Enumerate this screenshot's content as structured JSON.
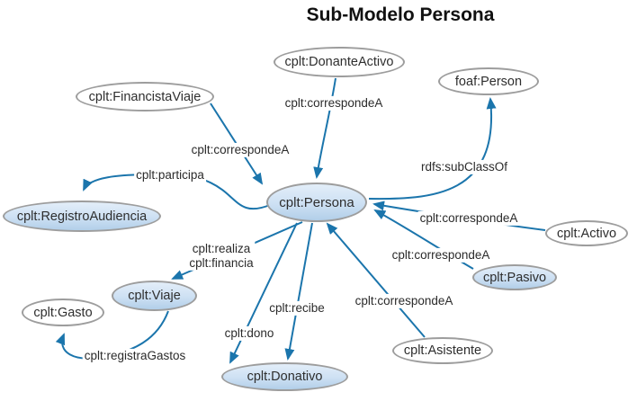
{
  "title": "Sub-Modelo Persona",
  "colors": {
    "edge": "#1b75ac",
    "node_border": "#9d9d9d",
    "node_fill_blue_top": "#e3eef9",
    "node_fill_blue_bottom": "#b2cfe9",
    "node_fill_white": "#ffffff",
    "text": "#2e2e2e"
  },
  "nodes": [
    {
      "id": "persona",
      "label": "cplt:Persona",
      "variant": "blue"
    },
    {
      "id": "donante-activo",
      "label": "cplt:DonanteActivo",
      "variant": "white"
    },
    {
      "id": "foaf-person",
      "label": "foaf:Person",
      "variant": "white"
    },
    {
      "id": "financista-viaje",
      "label": "cplt:FinancistaViaje",
      "variant": "white"
    },
    {
      "id": "registro-audiencia",
      "label": "cplt:RegistroAudiencia",
      "variant": "blue"
    },
    {
      "id": "activo",
      "label": "cplt:Activo",
      "variant": "white"
    },
    {
      "id": "pasivo",
      "label": "cplt:Pasivo",
      "variant": "blue"
    },
    {
      "id": "viaje",
      "label": "cplt:Viaje",
      "variant": "blue"
    },
    {
      "id": "gasto",
      "label": "cplt:Gasto",
      "variant": "white"
    },
    {
      "id": "donativo",
      "label": "cplt:Donativo",
      "variant": "blue"
    },
    {
      "id": "asistente",
      "label": "cplt:Asistente",
      "variant": "white"
    }
  ],
  "edges": [
    {
      "from": "cplt:DonanteActivo",
      "to": "cplt:Persona",
      "label": "cplt:correspondeA"
    },
    {
      "from": "cplt:FinancistaViaje",
      "to": "cplt:Persona",
      "label": "cplt:correspondeA"
    },
    {
      "from": "cplt:Persona",
      "to": "foaf:Person",
      "label": "rdfs:subClassOf"
    },
    {
      "from": "cplt:Persona",
      "to": "cplt:RegistroAudiencia",
      "label": "cplt:participa"
    },
    {
      "from": "cplt:Activo",
      "to": "cplt:Persona",
      "label": "cplt:correspondeA"
    },
    {
      "from": "cplt:Pasivo",
      "to": "cplt:Persona",
      "label": "cplt:correspondeA"
    },
    {
      "from": "cplt:Persona",
      "to": "cplt:Viaje",
      "label": "cplt:realiza"
    },
    {
      "from": "cplt:Persona",
      "to": "cplt:Viaje",
      "label": "cplt:financia"
    },
    {
      "from": "cplt:Persona",
      "to": "cplt:Donativo",
      "label": "cplt:recibe"
    },
    {
      "from": "cplt:Persona",
      "to": "cplt:Donativo",
      "label": "cplt:dono"
    },
    {
      "from": "cplt:Asistente",
      "to": "cplt:Persona",
      "label": "cplt:correspondeA"
    },
    {
      "from": "cplt:Viaje",
      "to": "cplt:Gasto",
      "label": "cplt:registraGastos"
    }
  ]
}
